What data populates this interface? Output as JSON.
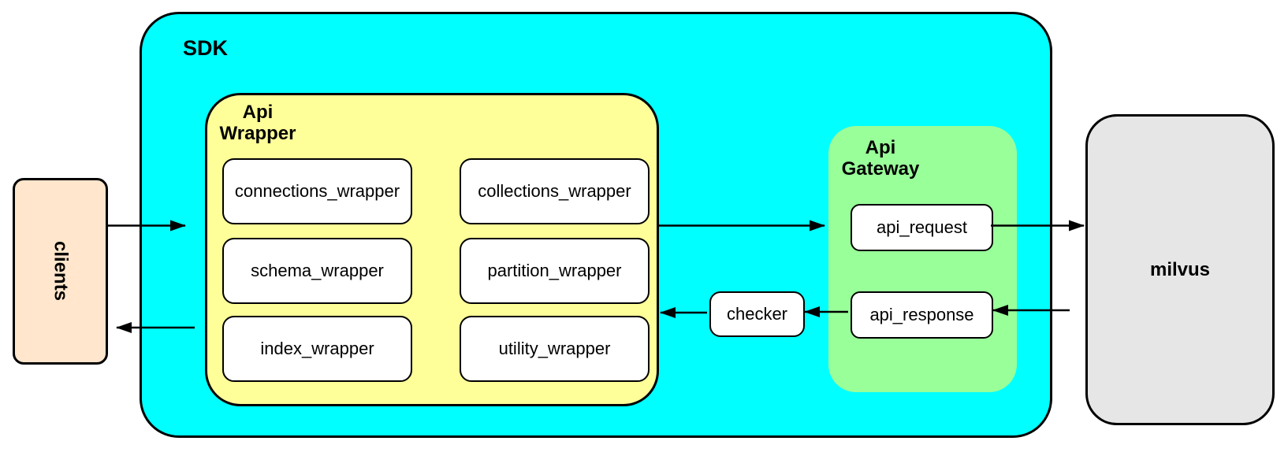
{
  "palette": {
    "clients_fill": "#ffe6cc",
    "sdk_fill": "#00ffff",
    "api_wrapper_fill": "#ffff99",
    "api_gateway_fill": "#99ff99",
    "milvus_fill": "#e6e6e6",
    "node_fill": "#ffffff",
    "stroke": "#000000"
  },
  "clients": {
    "label": "clients"
  },
  "sdk": {
    "label": "SDK",
    "api_wrapper": {
      "label_line1": "Api",
      "label_line2": "Wrapper",
      "modules": [
        "connections_wrapper",
        "collections_wrapper",
        "schema_wrapper",
        "partition_wrapper",
        "index_wrapper",
        "utility_wrapper"
      ]
    },
    "checker": {
      "label": "checker"
    },
    "api_gateway": {
      "label_line1": "Api",
      "label_line2": "Gateway",
      "request_label": "api_request",
      "response_label": "api_response"
    }
  },
  "milvus": {
    "label": "milvus"
  }
}
